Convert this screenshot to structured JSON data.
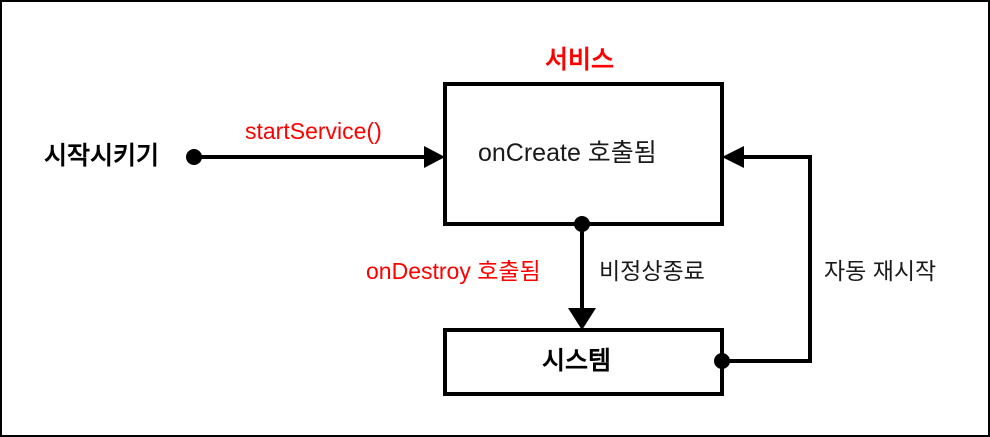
{
  "diagram": {
    "title_service": "서비스",
    "nodes": {
      "start": {
        "label": "시작시키기"
      },
      "service": {
        "label": "onCreate 호출됨"
      },
      "system": {
        "label": "시스템"
      }
    },
    "edges": {
      "start_to_service": {
        "label": "startService()",
        "color": "#ff0000"
      },
      "service_to_system_left": {
        "label": "onDestroy 호출됨",
        "color": "#ff0000"
      },
      "service_to_system_right": {
        "label": "비정상종료",
        "color": "#1a1a1a"
      },
      "system_to_service": {
        "label": "자동 재시작",
        "color": "#1a1a1a"
      }
    },
    "colors": {
      "accent_red": "#ff0000",
      "stroke_black": "#000000",
      "background": "#ffffff"
    }
  }
}
